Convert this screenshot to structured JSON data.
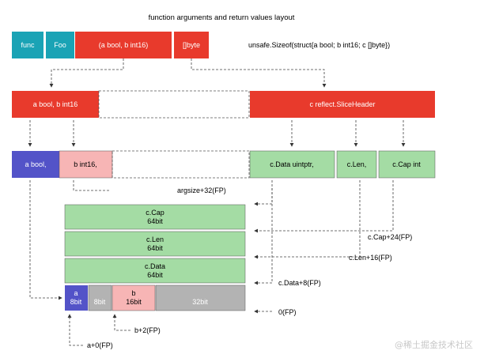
{
  "title": "function arguments and return values layout",
  "sizeof_text": "unsafe.Sizeof(struct{a bool; b int16; c []byte})",
  "row1": {
    "func": "func",
    "foo": "Foo",
    "args": "(a bool, b int16)",
    "ret": "[]byte"
  },
  "row2": {
    "ab": "a bool, b int16",
    "slice": "c reflect.SliceHeader"
  },
  "row3": {
    "a": "a bool,",
    "b": "b int16,",
    "data": "c.Data uintptr,",
    "len": "c.Len,",
    "cap": "c.Cap int"
  },
  "stack": {
    "cap": [
      "c.Cap",
      "64bit"
    ],
    "len": [
      "c.Len",
      "64bit"
    ],
    "data": [
      "c.Data",
      "64bit"
    ],
    "a": [
      "a",
      "8bit"
    ],
    "pad": "8bit",
    "b": [
      "b",
      "16bit"
    ],
    "pad32": "32bit"
  },
  "offsets": {
    "argsize": "argsize+32(FP)",
    "cap": "c.Cap+24(FP)",
    "len": "c.Len+16(FP)",
    "data": "c.Data+8(FP)",
    "fp0": "0(FP)",
    "b": "b+2(FP)",
    "a": "a+0(FP)"
  },
  "watermark": "@稀土掘金技术社区",
  "colors": {
    "teal": "#1aa3b5",
    "red": "#e83a2c",
    "blue": "#5353c8",
    "pink": "#f7b5b5",
    "green": "#a4dca4",
    "gray": "#b3b3b3"
  }
}
